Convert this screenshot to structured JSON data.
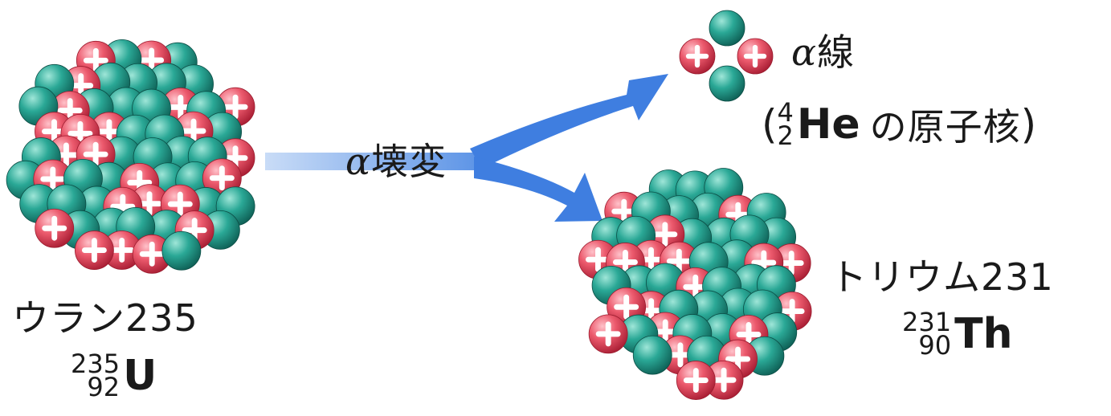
{
  "colors": {
    "neutron": "#1e9a8a",
    "proton": "#e8485c",
    "arrow": "#3f7ee0",
    "text": "#1a1a1a"
  },
  "decay_label": {
    "greek": "α",
    "text": "壊変"
  },
  "uranium": {
    "name": "ウラン235",
    "mass": "235",
    "atomic": "92",
    "symbol": "U"
  },
  "alpha_ray": {
    "greek": "α",
    "text": "線",
    "open": "(",
    "mass": "4",
    "atomic": "2",
    "symbol": "He",
    "suffix": "の原子核",
    "close": ")"
  },
  "thorium": {
    "name": "トリウム231",
    "mass": "231",
    "atomic": "90",
    "symbol": "Th"
  }
}
